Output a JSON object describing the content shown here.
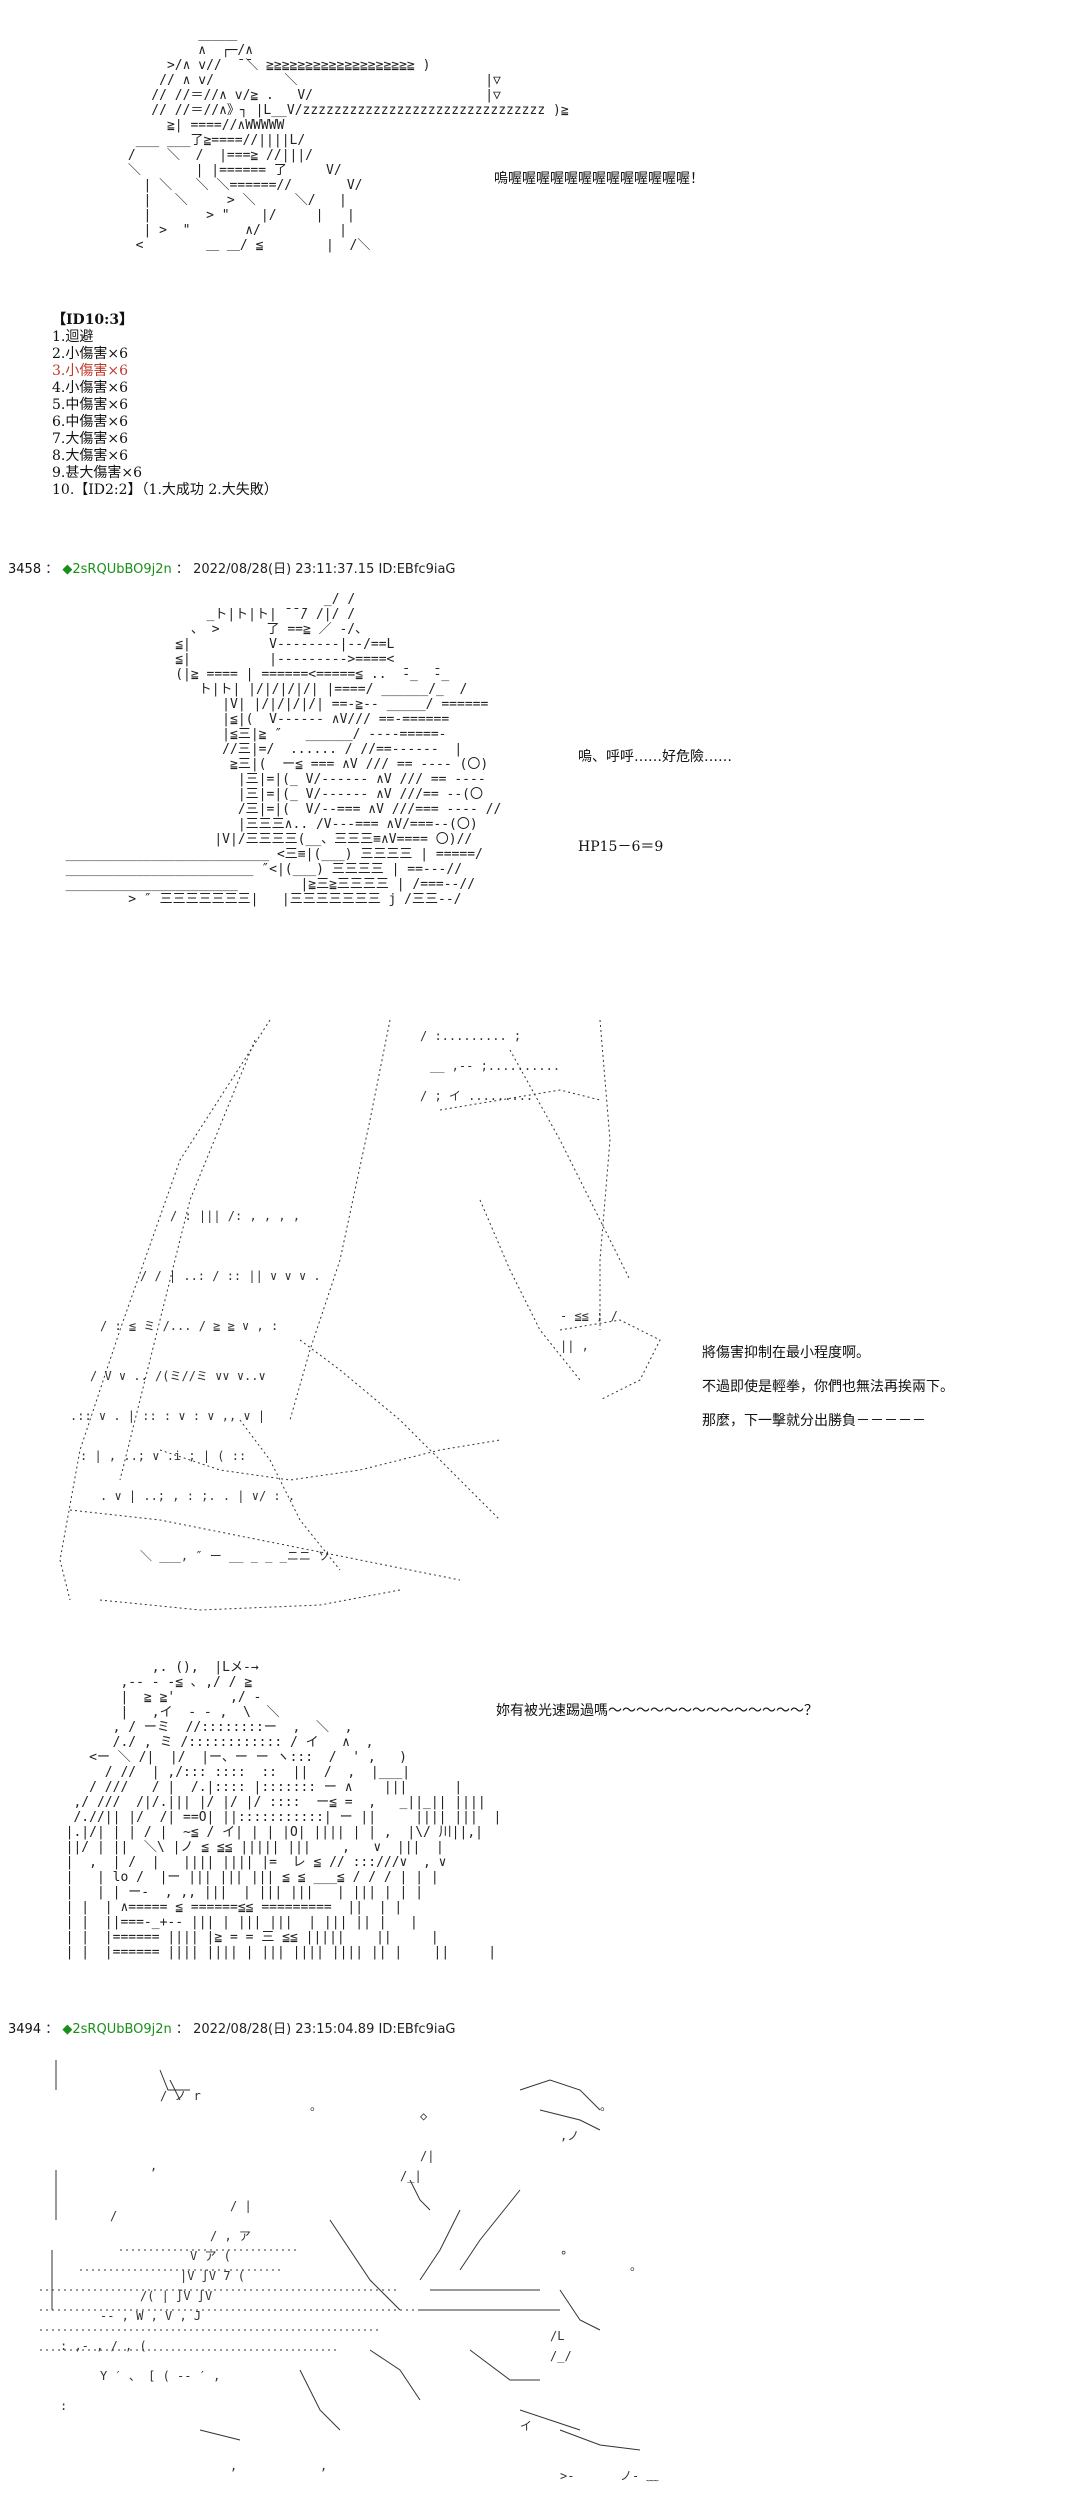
{
  "top_block": {
    "shout": "嗚喔喔喔喔喔喔喔喔喔喔喔喔喔！",
    "list_title": "【ID10:3】",
    "list": [
      "1.迴避",
      "2.小傷害×6",
      "3.小傷害×6",
      "4.小傷害×6",
      "5.中傷害×6",
      "6.中傷害×6",
      "7.大傷害×6",
      "8.大傷害×6",
      "9.甚大傷害×6",
      "10.【ID2:2】（1.大成功  2.大失敗）"
    ],
    "highlight_index": 2,
    "highlight_color": "#c0392b"
  },
  "post1": {
    "number": "3458",
    "name": "◆2sRQUbBO9j2n",
    "date": "2022/08/28(日) 23:11:37.15",
    "id": "ID:EBfc9iaG",
    "line1": "嗚、呼呼……好危險……",
    "line2": "HP15－6＝9"
  },
  "scene2": {
    "line1": "將傷害抑制在最小程度啊。",
    "line2": "不過即使是輕拳，你們也無法再挨兩下。",
    "line3": "那麼，下一擊就分出勝負－－－－－"
  },
  "scene3": {
    "line1": "妳有被光速踢過嗎～～～～～～～～～～～～～～？"
  },
  "post2": {
    "number": "3494",
    "name": "◆2sRQUbBO9j2n",
    "date": "2022/08/28(日) 23:15:04.89",
    "id": "ID:EBfc9iaG"
  },
  "colors": {
    "trip_name": "#1a8f1a",
    "trip_mark": "#c0392b"
  }
}
